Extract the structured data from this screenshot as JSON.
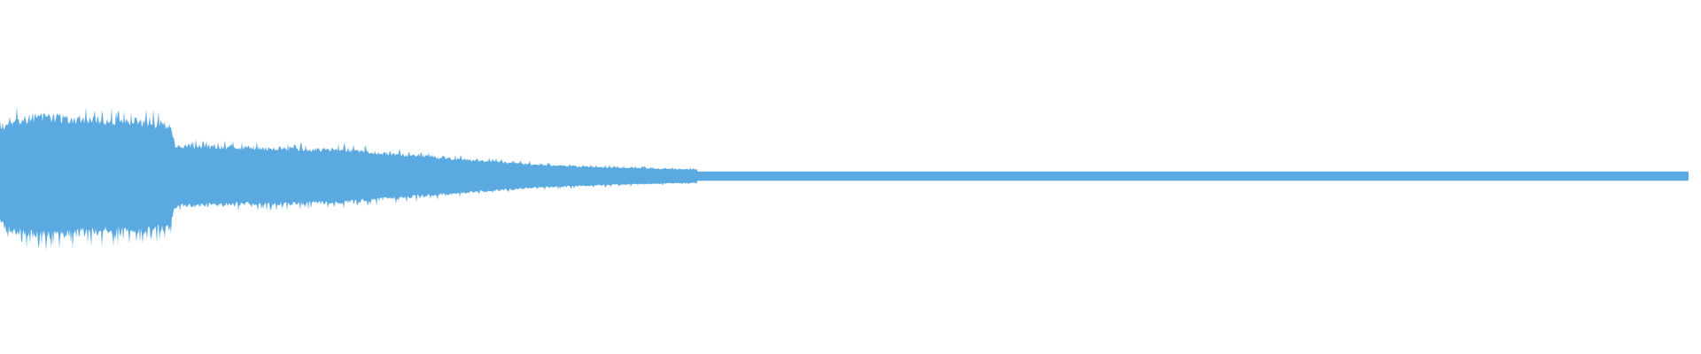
{
  "waveform": {
    "color": "#5aa9e1",
    "background": "#ffffff",
    "audio_fraction": 0.41,
    "amplitude_envelope": [
      [
        0.0,
        0.68
      ],
      [
        0.004,
        0.8
      ],
      [
        0.012,
        0.86
      ],
      [
        0.025,
        0.9
      ],
      [
        0.045,
        0.87
      ],
      [
        0.065,
        0.84
      ],
      [
        0.085,
        0.82
      ],
      [
        0.1,
        0.78
      ],
      [
        0.103,
        0.46
      ],
      [
        0.13,
        0.44
      ],
      [
        0.17,
        0.42
      ],
      [
        0.2,
        0.4
      ],
      [
        0.23,
        0.34
      ],
      [
        0.26,
        0.28
      ],
      [
        0.29,
        0.22
      ],
      [
        0.32,
        0.17
      ],
      [
        0.35,
        0.14
      ],
      [
        0.38,
        0.12
      ],
      [
        0.41,
        0.1
      ]
    ],
    "silent_level": 0.065
  }
}
